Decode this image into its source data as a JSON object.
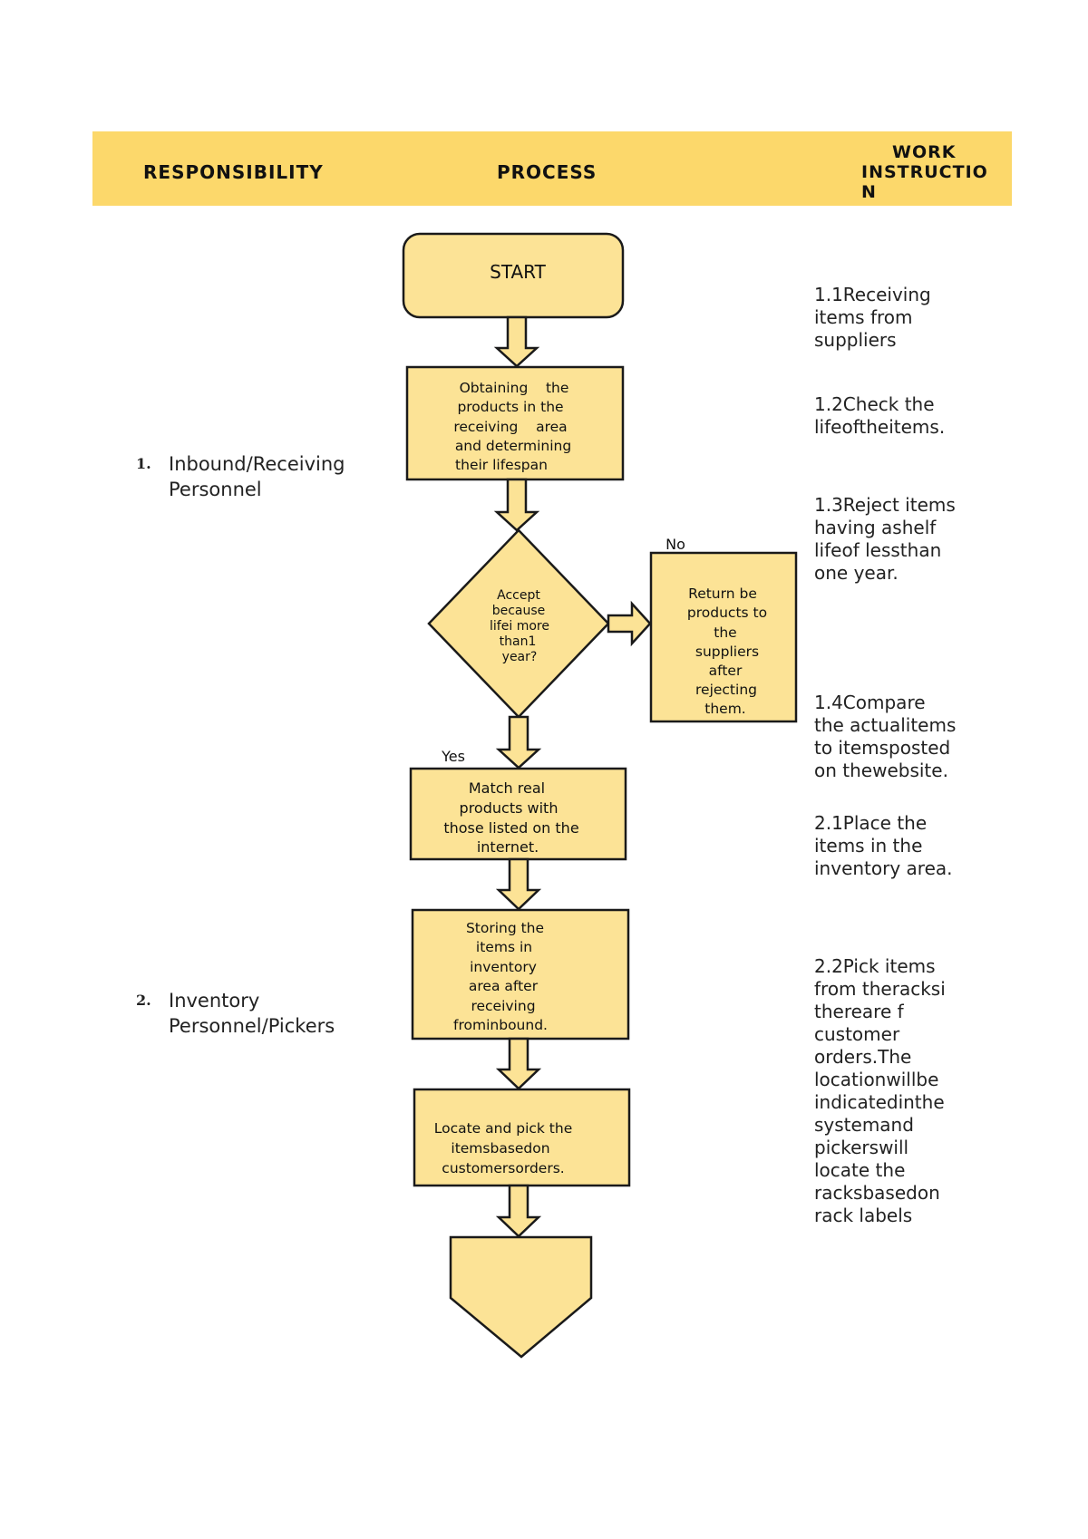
{
  "header": {
    "responsibility": "RESPONSIBILITY",
    "process": "PROCESS",
    "work_instruction_lines": [
      "WORK",
      "INSTRUCTIO",
      "N"
    ]
  },
  "responsibilities": [
    {
      "number": "1.",
      "label": "Inbound/Receiving Personnel"
    },
    {
      "number": "2.",
      "label": "Inventory Personnel/Pickers"
    }
  ],
  "flow": {
    "start": "START",
    "step_obtain": [
      "Obtaining    the",
      "products in the",
      "receiving    area",
      "and determining",
      "their lifespan"
    ],
    "decision": [
      "Accept",
      "because",
      "lifei more",
      "than1",
      "year?"
    ],
    "reject_box": [
      "Return be",
      "products to",
      "the",
      "suppliers",
      "after",
      "rejecting",
      "them."
    ],
    "label_no": "No",
    "label_yes": "Yes",
    "step_match": [
      "Match real",
      "products with",
      "those listed on the",
      "internet."
    ],
    "step_store": [
      "Storing the",
      "items in",
      "inventory",
      "area after",
      "receiving",
      "frominbound."
    ],
    "step_pick": [
      "Locate and pick the",
      "itemsbasedon",
      "customersorders."
    ]
  },
  "work_instructions": [
    "1.1Receiving\nitems from\nsuppliers",
    "1.2Check the\nlifeoftheitems.",
    "1.3Reject items\nhaving ashelf\nlifeof lessthan\none year.",
    "1.4Compare\nthe actualitems\nto itemsposted\non thewebsite.",
    "2.1Place the\nitems in the\ninventory area.",
    "2.2Pick items\nfrom theracksi\nthereare       f\ncustomer\norders.The\nlocationwillbe\nindicatedinthe\nsystemand\npickerswill\nlocate the\nracksbasedon\nrack labels"
  ],
  "colors": {
    "header_band": "#fcd86b",
    "shape_fill": "#fce396",
    "shape_stroke": "#1a1a1a",
    "arrow_fill": "#fce396"
  }
}
